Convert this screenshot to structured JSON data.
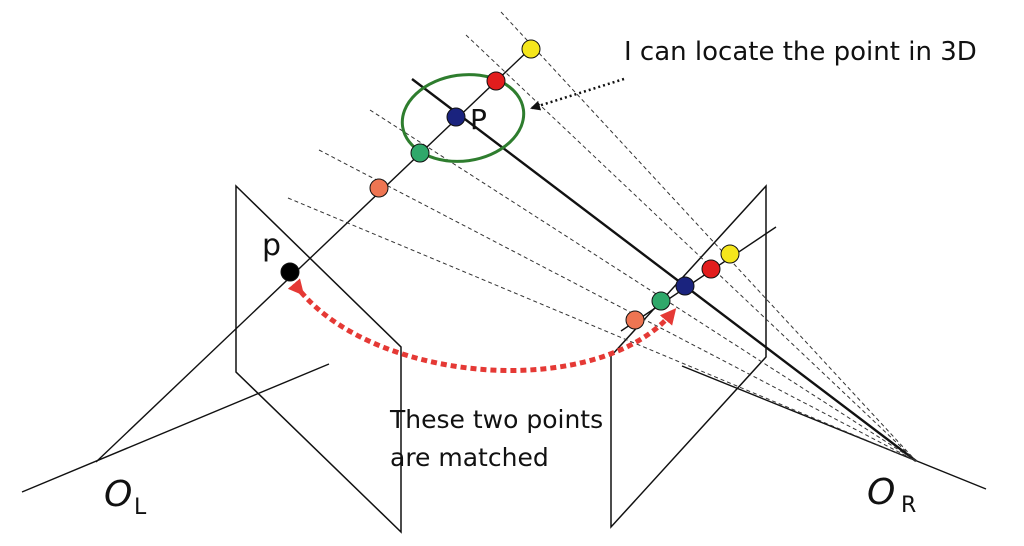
{
  "labels": {
    "point_3d": "P",
    "point_image": "p",
    "origin_left_main": "O",
    "origin_left_sub": "L",
    "origin_right_main": "O",
    "origin_right_sub": "R",
    "annotation_locate": "I can locate the point in 3D",
    "annotation_match_line1": "These two points",
    "annotation_match_line2": "are matched"
  },
  "colors": {
    "line": "#111111",
    "dashed": "#333333",
    "ellipse": "#2e7d2e",
    "match_arrow": "#e53935",
    "point_yellow": "#f5e61c",
    "point_red": "#e21d1d",
    "point_blue": "#1a237e",
    "point_green": "#2fa86a",
    "point_orange": "#ee7552",
    "point_black": "#000000"
  }
}
